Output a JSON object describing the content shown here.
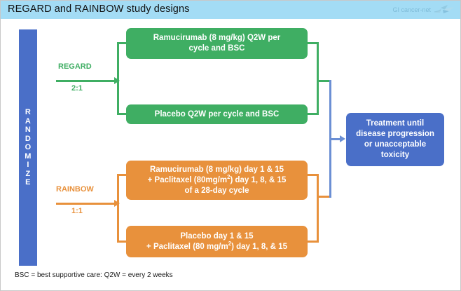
{
  "header": {
    "title": "REGARD and RAINBOW study designs",
    "brand_text": "GI cancer-net",
    "brand_icon": "origami-crane-icon",
    "background_color": "#a3dcf5"
  },
  "randomize": {
    "label": "RANDOMIZE",
    "letters": [
      "R",
      "A",
      "N",
      "D",
      "O",
      "M",
      "I",
      "Z",
      "E"
    ],
    "color": "#4a6fc8"
  },
  "studies": [
    {
      "name": "REGARD",
      "ratio": "2:1",
      "color": "#3fae63",
      "arms": [
        {
          "label": "Ramucirumab (8 mg/kg) Q2W per cycle and BSC"
        },
        {
          "label": "Placebo Q2W per cycle and BSC"
        }
      ]
    },
    {
      "name": "RAINBOW",
      "ratio": "1:1",
      "color": "#e8913c",
      "arms": [
        {
          "label": "Ramucirumab (8 mg/kg) day 1 & 15 + Paclitaxel (80mg/m2) day 1, 8, & 15 of a 28-day cycle"
        },
        {
          "label": "Placebo day 1 & 15 + Paclitaxel (80 mg/m2) day 1, 8, & 15"
        }
      ]
    }
  ],
  "arm_lines": {
    "regard_treatment": [
      "Ramucirumab (8 mg/kg) Q2W per",
      "cycle and BSC"
    ],
    "regard_placebo": [
      "Placebo Q2W per cycle and BSC"
    ],
    "rainbow_treatment_l1": "Ramucirumab (8 mg/kg) day 1 & 15",
    "rainbow_treatment_l2_a": "+ Paclitaxel (80mg/m",
    "rainbow_treatment_l2_sup": "2",
    "rainbow_treatment_l2_b": ") day 1, 8, & 15",
    "rainbow_treatment_l3": "of a 28-day cycle",
    "rainbow_placebo_l1": "Placebo day 1 & 15",
    "rainbow_placebo_l2_a": "+ Paclitaxel (80 mg/m",
    "rainbow_placebo_l2_sup": "2",
    "rainbow_placebo_l2_b": ") day 1, 8, & 15"
  },
  "outcome": {
    "lines": [
      "Treatment until",
      "disease progression",
      "or unacceptable",
      "toxicity"
    ],
    "color": "#4a6fc8"
  },
  "footnote": {
    "text": "BSC = best supportive care: Q2W = every 2 weeks"
  }
}
